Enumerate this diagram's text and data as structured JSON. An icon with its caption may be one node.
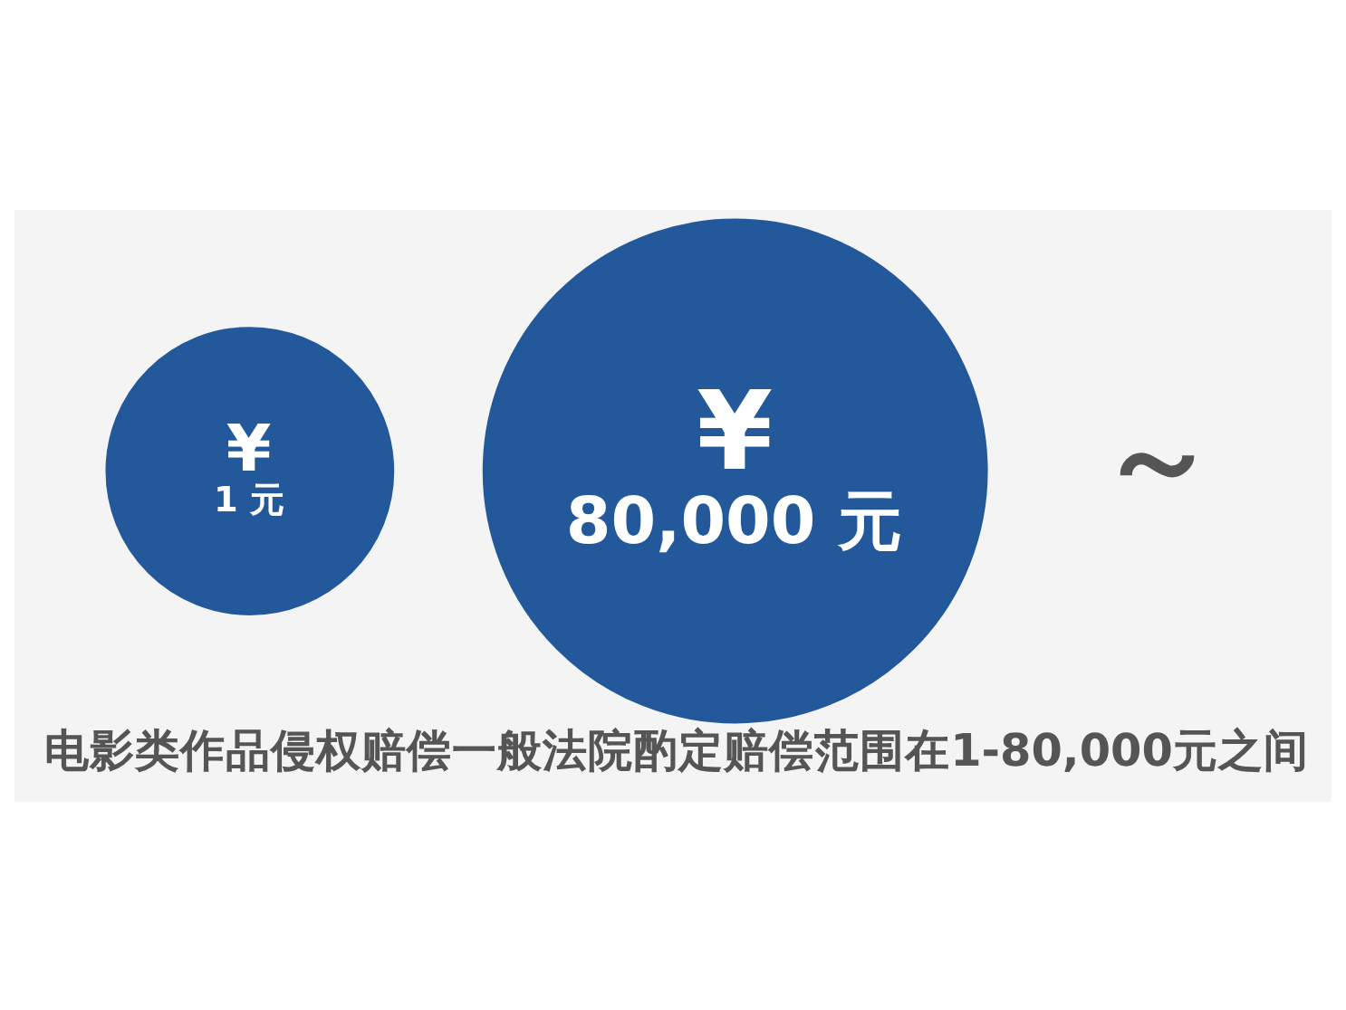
{
  "diagram": {
    "caption": "电影类作品侵权赔偿一般法院酌定赔偿范围在1-80,000元之间",
    "nodes": [
      {
        "text": [
          "¥",
          "1 元"
        ]
      },
      {
        "text": [
          "¥",
          "80,000 元"
        ]
      }
    ],
    "edges": [],
    "labels": [
      "～"
    ]
  }
}
